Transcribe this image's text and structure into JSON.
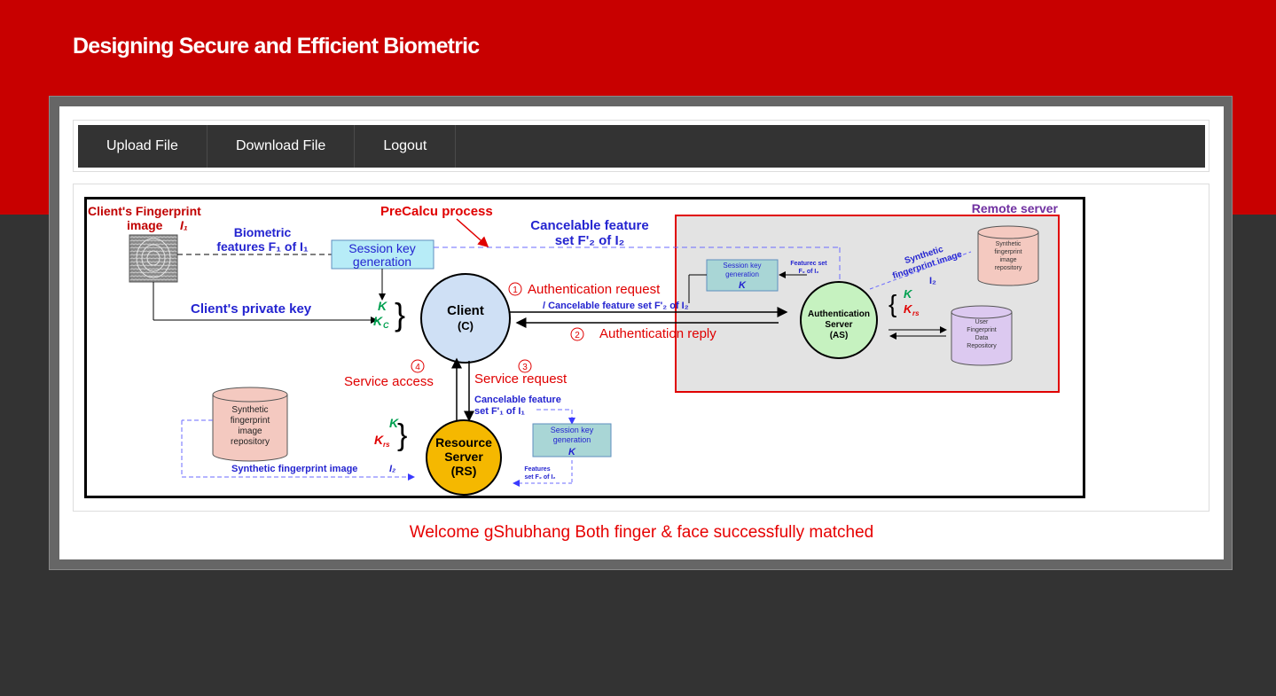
{
  "header": {
    "title": "Designing Secure and Efficient Biometric"
  },
  "nav": {
    "items": [
      {
        "label": "Upload File"
      },
      {
        "label": "Download File"
      },
      {
        "label": "Logout"
      }
    ]
  },
  "diagram": {
    "client_fp_title": "Client's Fingerprint",
    "client_fp_image": "image",
    "client_fp_sym": "I₁",
    "biometric_line1": "Biometric",
    "biometric_line2": "features F₁ of I₁",
    "precalcu": "PreCalcu process",
    "cancel_top_line1": "Cancelable feature",
    "cancel_top_line2": "set F'₂ of I₂",
    "remote_server": "Remote server",
    "session_key_line1": "Session key",
    "session_key_line2": "generation",
    "key_k": "K",
    "key_kc": "K",
    "key_kc_sub": "C",
    "private_key": "Client's private key",
    "client_line1": "Client",
    "client_line2": "(C)",
    "step1_num": "1",
    "auth_request": "Authentication request",
    "auth_request_sub": "/ Cancelable feature set F'₂ of I₂",
    "step2_num": "2",
    "auth_reply": "Authentication reply",
    "as_session_line1": "Session key",
    "as_session_line2": "generation",
    "as_session_k": "K",
    "features_set_line1": "Featurec set",
    "features_set_line2": "F₂ of I₂",
    "synthetic_fp_line1": "Synthetic",
    "synthetic_fp_line2": "fingerprint image",
    "synthetic_fp_sym": "I₂",
    "as_line1": "Authentication",
    "as_line2": "Server",
    "as_line3": "(AS)",
    "as_k": "K",
    "as_krs": "K",
    "as_krs_sub": "rs",
    "remote_repo_line1": "Synthetic",
    "remote_repo_line2": "fingerprint",
    "remote_repo_line3": "image",
    "remote_repo_line4": "repository",
    "user_repo_line1": "User",
    "user_repo_line2": "Fingerprint",
    "user_repo_line3": "Data",
    "user_repo_line4": "Repository",
    "step4_num": "4",
    "service_access": "Service access",
    "step3_num": "3",
    "service_request": "Service request",
    "cancel_rs_line1": "Cancelable feature",
    "cancel_rs_line2": "set F'₁ of I₁",
    "rs_k": "K",
    "rs_krs": "K",
    "rs_krs_sub": "rs",
    "local_repo_line1": "Synthetic",
    "local_repo_line2": "fingerprint",
    "local_repo_line3": "image",
    "local_repo_line4": "repository",
    "rs_line1": "Resource",
    "rs_line2": "Server",
    "rs_line3": "(RS)",
    "rs_session_line1": "Session key",
    "rs_session_line2": "generation",
    "rs_session_k": "K",
    "synthetic_bottom": "Synthetic fingerprint image",
    "synthetic_bottom_sym": "I₂",
    "features_rs_line1": "Features",
    "features_rs_line2": "set F₂ of I₂"
  },
  "welcome": "Welcome gShubhang Both finger & face successfully matched"
}
